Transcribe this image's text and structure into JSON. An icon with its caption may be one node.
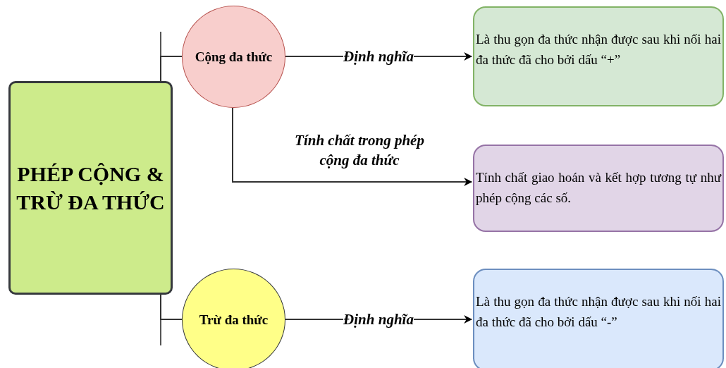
{
  "diagram": {
    "nodes": [
      {
        "text": [
          "PHÉP CỘNG & TRỪ ĐA THỨC"
        ]
      },
      {
        "text": [
          "Cộng đa thức"
        ]
      },
      {
        "text": [
          "Trừ đa thức"
        ]
      },
      {
        "text": [
          "Là thu gọn đa thức nhận được sau khi nối hai đa thức đã cho bởi dấu “+”"
        ]
      },
      {
        "text": [
          "Tính chất giao hoán và kết hợp tương tự như phép cộng các số."
        ]
      },
      {
        "text": [
          "Là thu gọn đa thức nhận được sau khi nối hai đa thức đã cho bởi dấu “-”"
        ]
      }
    ],
    "edges": [
      {
        "from": 0,
        "to": 1,
        "arrow": "none"
      },
      {
        "from": 0,
        "to": 2,
        "arrow": "none"
      },
      {
        "from": 1,
        "to": 3,
        "arrow": "to",
        "label": "Định nghĩa"
      },
      {
        "from": 1,
        "to": 4,
        "arrow": "to",
        "label": "Tính chất trong phép cộng đa thức"
      },
      {
        "from": 2,
        "to": 5,
        "arrow": "to",
        "label": "Định nghĩa"
      }
    ]
  }
}
